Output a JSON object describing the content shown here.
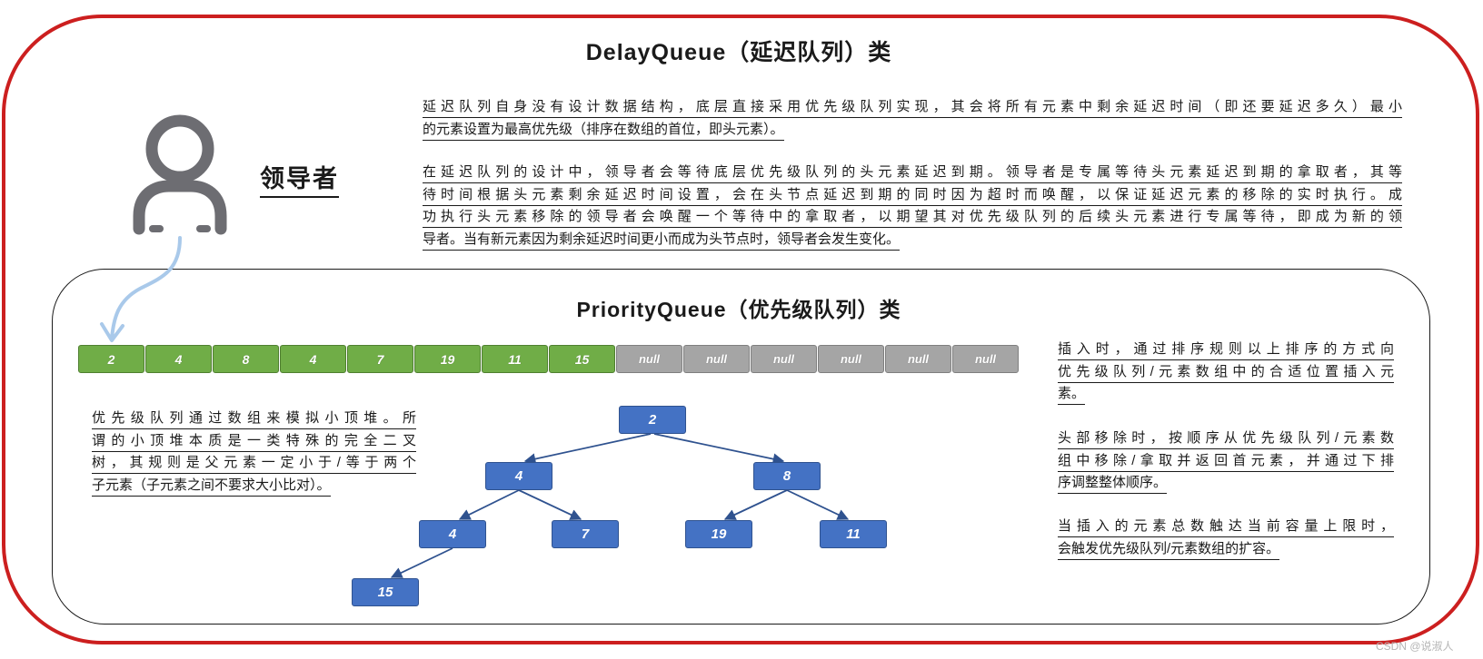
{
  "title": "DelayQueue（延迟队列）类",
  "leader": {
    "label": "领导者",
    "icon": "person-icon"
  },
  "delay_description": {
    "p1": [
      "延迟队列自身没有设计数据结构，底层直接采用优先级队列实现，其会将所有元素中剩余延迟时间（即还要延迟多久）最小",
      "的元素设置为最高优先级（排序在数组的首位，即头元素）。"
    ],
    "p2": [
      "在延迟队列的设计中，领导者会等待底层优先级队列的头元素延迟到期。领导者是专属等待头元素延迟到期的拿取者，其等",
      "待时间根据头元素剩余延迟时间设置，会在头节点延迟到期的同时因为超时而唤醒，以保证延迟元素的移除的实时执行。成",
      "功执行头元素移除的领导者会唤醒一个等待中的拿取者，以期望其对优先级队列的后续头元素进行专属等待，即成为新的领",
      "导者。当有新元素因为剩余延迟时间更小而成为头节点时，领导者会发生变化。"
    ]
  },
  "priority_queue": {
    "title": "PriorityQueue（优先级队列）类",
    "array": [
      "2",
      "4",
      "8",
      "4",
      "7",
      "19",
      "11",
      "15",
      "null",
      "null",
      "null",
      "null",
      "null",
      "null"
    ],
    "heap_description": [
      "优先级队列通过数组来模拟小顶堆。所",
      "谓的小顶堆本质是一类特殊的完全二叉",
      "树，其规则是父元素一定小于/等于两个",
      "子元素（子元素之间不要求大小比对）。"
    ],
    "notes": [
      [
        "插入时，通过排序规则以上排序的方式向",
        "优先级队列/元素数组中的合适位置插入元",
        "素。"
      ],
      [
        "头部移除时，按顺序从优先级队列/元素数",
        "组中移除/拿取并返回首元素，并通过下排",
        "序调整整体顺序。"
      ],
      [
        "当插入的元素总数触达当前容量上限时，",
        "会触发优先级队列/元素数组的扩容。"
      ]
    ]
  },
  "colors": {
    "outer_border": "#cc1f1f",
    "filled_cell": "#70ad47",
    "empty_cell": "#a5a5a5",
    "tree_node": "#4472c4",
    "leader_pointer": "#a9c9ea"
  },
  "watermark": "CSDN @说淑人"
}
